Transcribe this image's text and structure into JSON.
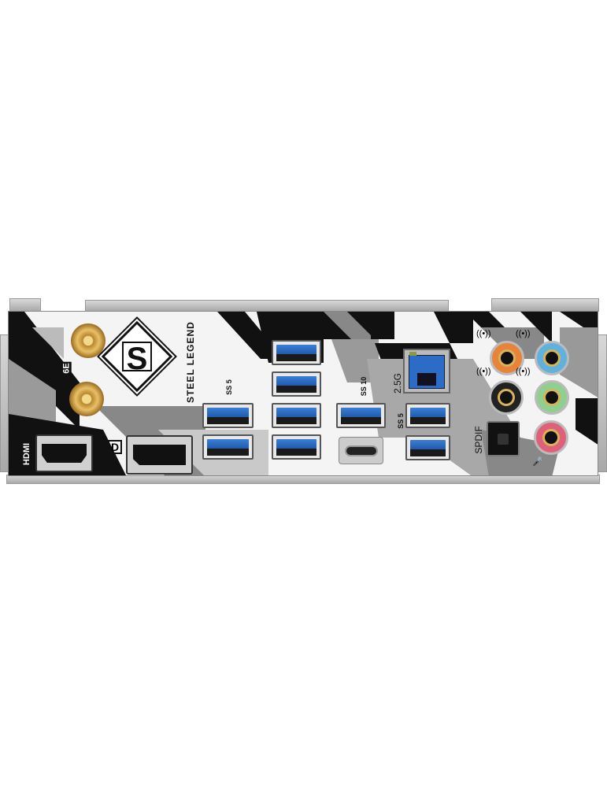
{
  "product": {
    "brand_text": "STEEL LEGEND",
    "wifi_badge": "6E"
  },
  "labels": {
    "hdmi": "HDMI",
    "dp": "D",
    "lan": "2.5G",
    "spdif": "SPDIF",
    "usb_ss5": "SS 5",
    "usb_ss10": "SS 10"
  },
  "colors": {
    "usb_blue": "#2a6cc4",
    "gold": "#d4a94a",
    "jack_orange": "#e8843a",
    "jack_blue": "#5fb2e0",
    "jack_green": "#8fd08f",
    "jack_pink": "#e0607a"
  }
}
